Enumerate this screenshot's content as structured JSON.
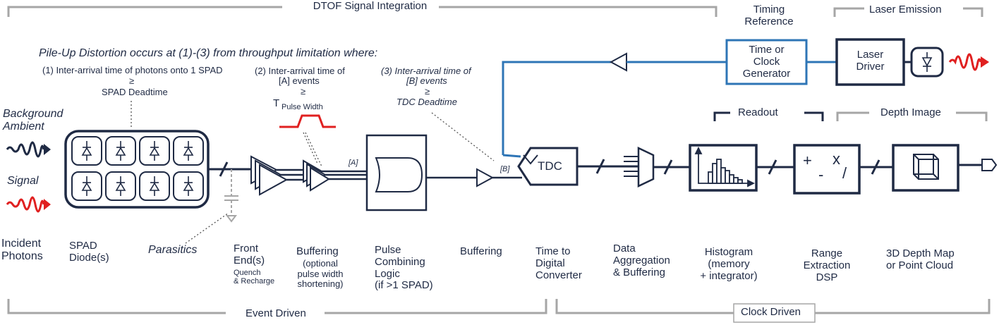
{
  "brackets": {
    "dtof": "DTOF Signal Integration",
    "timing_ref": "Timing\nReference",
    "laser_emission": "Laser Emission",
    "readout": "Readout",
    "depth_image": "Depth Image",
    "event_driven": "Event Driven",
    "clock_driven": "Clock Driven"
  },
  "annotations": {
    "pileup_title": "Pile-Up Distortion occurs at (1)-(3) from throughput limitation where:",
    "cond1_line1": "(1) Inter-arrival time of photons onto 1 SPAD",
    "cond1_ge": "≥",
    "cond1_line2": "SPAD Deadtime",
    "cond2_line1": "(2) Inter-arrival time of",
    "cond2_line2": "[A] events",
    "cond2_ge": "≥",
    "cond2_T": "T",
    "cond2_sub": "Pulse Width",
    "cond3_line1": "(3) Inter-arrival time of",
    "cond3_line2": "[B] events",
    "cond3_ge": "≥",
    "cond3_line3": "TDC Deadtime"
  },
  "inputs": {
    "background": "Background\nAmbient",
    "signal": "Signal"
  },
  "signal_tags": {
    "a": "[A]",
    "b": "[B]"
  },
  "blocks": {
    "tdc": "TDC",
    "time_clock_gen": "Time or\nClock\nGenerator",
    "laser_driver": "Laser\nDriver",
    "dsp_plus": "+",
    "dsp_minus": "-",
    "dsp_x": "x",
    "dsp_div": "/"
  },
  "labels": {
    "incident": "Incident\nPhotons",
    "spad": "SPAD\nDiode(s)",
    "parasitics": "Parasitics",
    "front_end": "Front\nEnd(s)",
    "front_end_sub": "Quench\n& Recharge",
    "buffering1": "Buffering",
    "buffering1_sub": "(optional\npulse width\nshortening)",
    "pulse_comb": "Pulse\nCombining\nLogic\n(if >1 SPAD)",
    "buffering2": "Buffering",
    "ttdc": "Time to\nDigital\nConverter",
    "data_agg": "Data\nAggregation\n& Buffering",
    "histogram": "Histogram\n(memory\n+ integrator)",
    "range": "Range\nExtraction\nDSP",
    "depth3d": "3D Depth Map\nor Point Cloud"
  },
  "colors": {
    "ink": "#1f2a44",
    "bracket": "#a6a6a6",
    "blue": "#2e75b6",
    "red": "#e02020"
  },
  "icons": [
    "photon-background-wave-icon",
    "photon-signal-wave-icon",
    "diode-icon",
    "buffer-triangle-icon",
    "or-gate-icon",
    "multiplexer-icon",
    "histogram-icon",
    "cube-icon",
    "laser-wave-icon",
    "output-arrow-icon"
  ]
}
